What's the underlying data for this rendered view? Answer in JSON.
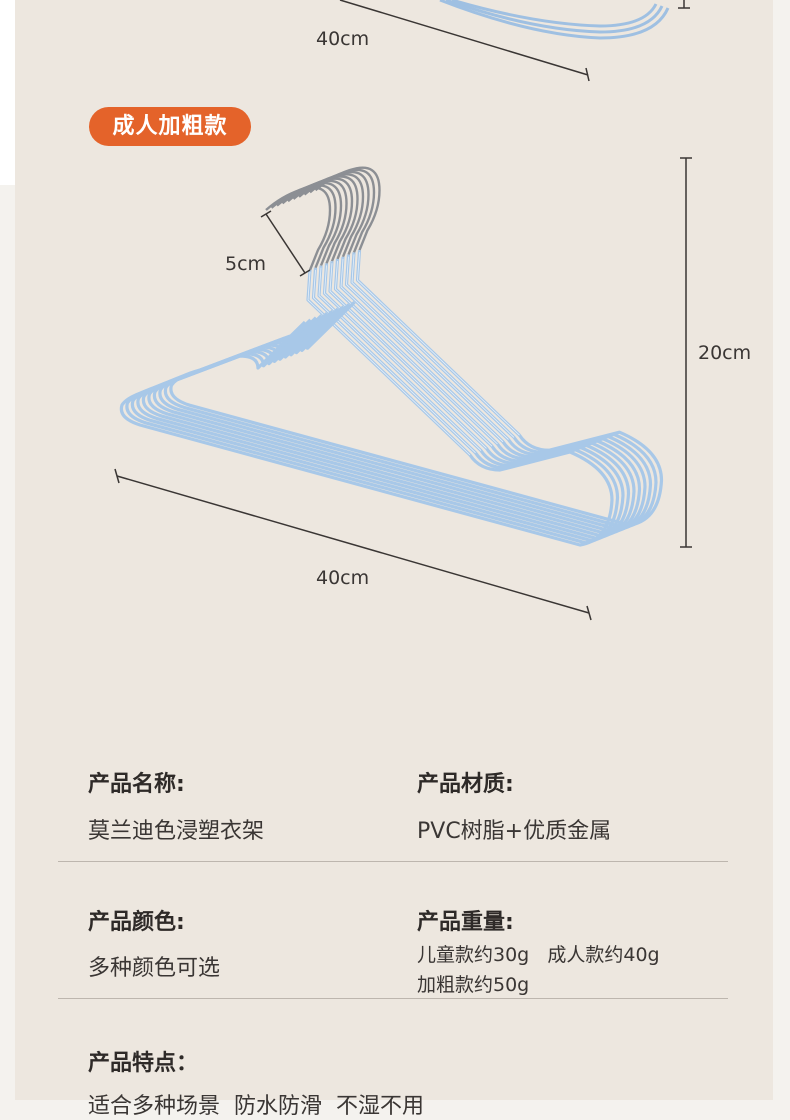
{
  "top_section": {
    "width_label": "40cm"
  },
  "adult_thick": {
    "badge": "成人加粗款",
    "hook_label": "5cm",
    "height_label": "20cm",
    "width_label": "40cm",
    "hanger_color": "#a8c8e8",
    "badge_color": "#e4632a"
  },
  "specs": {
    "name_label": "产品名称:",
    "name_value": "莫兰迪色浸塑衣架",
    "material_label": "产品材质:",
    "material_value": "PVC树脂+优质金属",
    "color_label": "产品颜色:",
    "color_value": "多种颜色可选",
    "weight_label": "产品重量:",
    "weight_line1": "儿童款约30g   成人款约40g",
    "weight_line2": "加粗款约50g",
    "feature_label": "产品特点：",
    "feature_value": "适合多种场景  防水防滑  不湿不用"
  }
}
